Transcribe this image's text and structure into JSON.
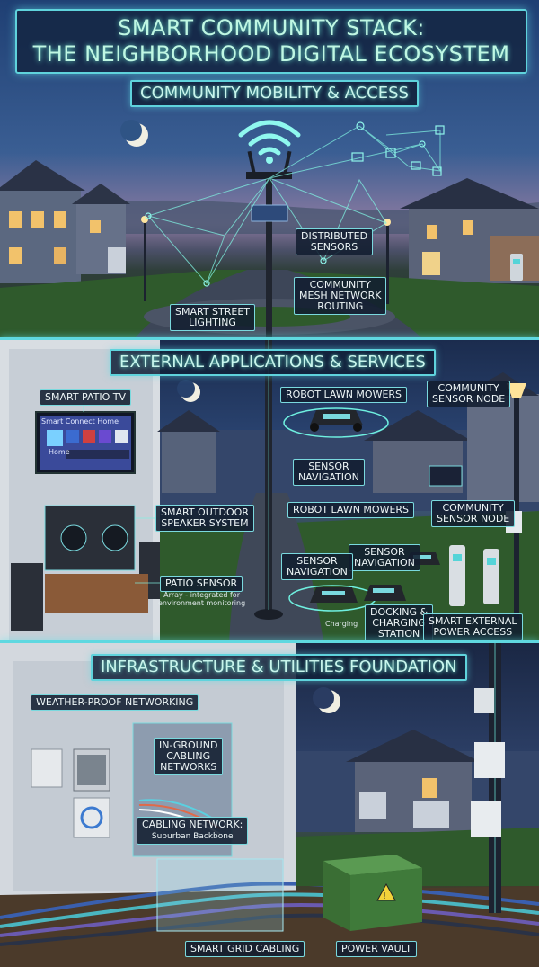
{
  "title": {
    "line1": "SMART COMMUNITY STACK:",
    "line2": "THE NEIGHBORHOOD DIGITAL ECOSYSTEM"
  },
  "sections": {
    "mobility": "COMMUNITY MOBILITY & ACCESS",
    "services": "EXTERNAL APPLICATIONS & SERVICES",
    "infrastructure": "INFRASTRUCTURE & UTILITIES FOUNDATION"
  },
  "mobility_labels": {
    "distributed_sensors": [
      "DISTRIBUTED",
      "SENSORS"
    ],
    "mesh_routing": [
      "COMMUNITY",
      "MESH NETWORK",
      "ROUTING"
    ],
    "street_lighting": [
      "SMART STREET",
      "LIGHTING"
    ]
  },
  "services_labels": {
    "patio_tv": "SMART PATIO TV",
    "tv_screen_title": "Smart Connect Home",
    "tv_screen_home": "Home",
    "robot_mowers_top": "ROBOT LAWN MOWERS",
    "robot_mowers_mid": "ROBOT LAWN MOWERS",
    "community_node_top": [
      "COMMUNITY",
      "SENSOR NODE"
    ],
    "community_node_mid": [
      "COMMUNITY",
      "SENSOR NODE"
    ],
    "sensor_nav_top": [
      "SENSOR",
      "NAVIGATION"
    ],
    "sensor_nav_left": [
      "SENSOR",
      "NAVIGATION"
    ],
    "sensor_nav_right": [
      "SENSOR",
      "NAVIGATION"
    ],
    "speaker_system": [
      "SMART OUTDOOR",
      "SPEAKER SYSTEM"
    ],
    "patio_sensor": "PATIO SENSOR",
    "patio_sensor_sub": [
      "Array - integrated for",
      "environment monitoring"
    ],
    "charging_text": "Charging",
    "docking": [
      "DOCKING &",
      "CHARGING",
      "STATION"
    ],
    "power_access": [
      "SMART EXTERNAL",
      "POWER ACCESS"
    ]
  },
  "infra_labels": {
    "weatherproof": "WEATHER-PROOF NETWORKING",
    "inground": [
      "IN-GROUND",
      "CABLING",
      "NETWORKS"
    ],
    "cabling_network": "CABLING NETWORK:",
    "cabling_network_sub": "Suburban Backbone",
    "smart_grid": "SMART GRID CABLING",
    "power_vault": "POWER VAULT"
  },
  "icons": {
    "wifi": "wifi-icon",
    "moon": "moon-icon",
    "hazard": "hazard-icon"
  },
  "colors": {
    "accent_glow": "#5fd3dc",
    "title_text": "#bff7e3",
    "label_bg": "#121e30",
    "grass": "#2f5a2c",
    "house": "#5a6478",
    "vault": "#3f7a3a"
  }
}
